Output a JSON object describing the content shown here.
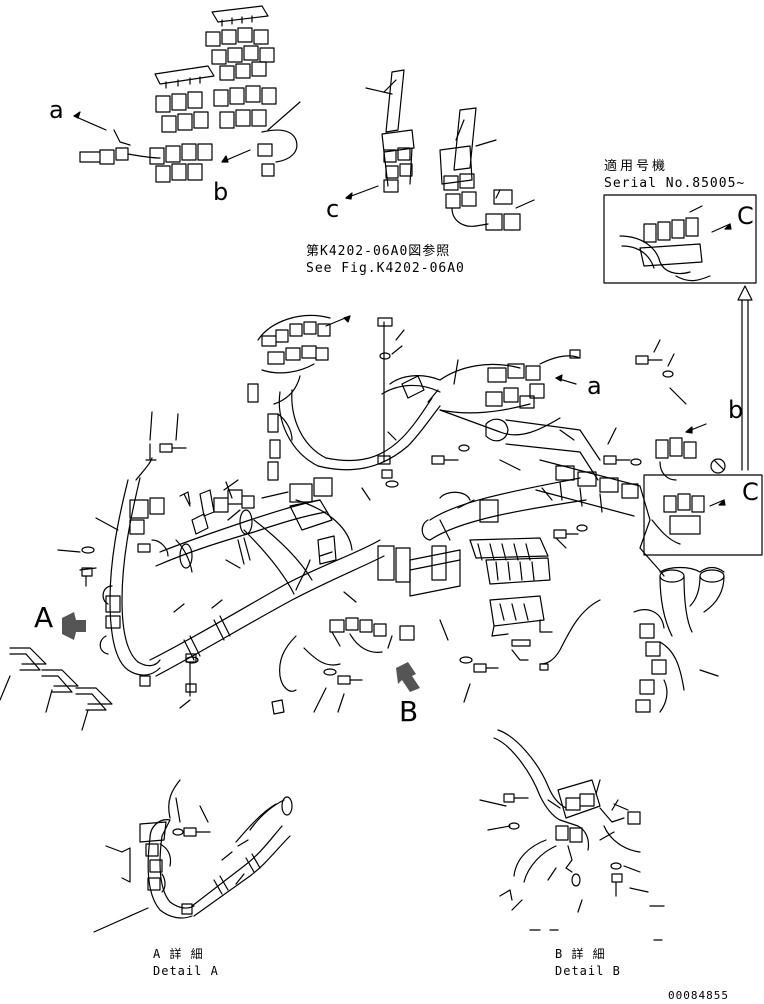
{
  "diagram": {
    "colors": {
      "ink": "#000000",
      "background": "#ffffff"
    },
    "callouts": {
      "a_top": "a",
      "b_top": "b",
      "c_top": "c",
      "a_main": "a",
      "b_main": "b",
      "c_box": "C",
      "c_main": "C",
      "A_arrow": "A",
      "B_arrow": "B"
    },
    "reference": {
      "jp": "第K4202-06A0図参照",
      "en": "See Fig.K4202-06A0"
    },
    "serial_note": {
      "jp": "適用号機",
      "en": "Serial No.85005~"
    },
    "detail_a": {
      "jp": "A 詳 細",
      "en": "Detail A"
    },
    "detail_b": {
      "jp": "B 詳 細",
      "en": "Detail B"
    },
    "drawing_number": "00084855"
  }
}
